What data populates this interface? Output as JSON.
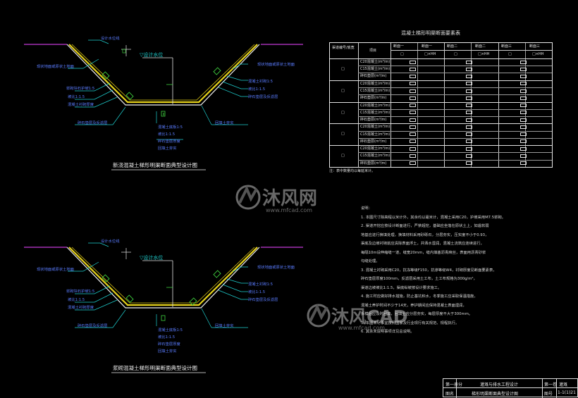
{
  "sections": [
    {
      "title": "新浇混凝土梯形明渠断面典型设计图",
      "labels": {
        "top_left_callout": "设计水位线",
        "left_top": "现状地面或原状土地面",
        "left_1": "浆砌块石护坡1:5",
        "left_2": "坡比1:1.5",
        "left_3": "混凝土衬砌厚度",
        "left_4": "碎石垫层及反滤层",
        "bottom_1": "混凝土底板1:5",
        "bottom_2": "坡比1:1.5",
        "bottom_3": "碎石垫层厚度",
        "bottom_4": "回填土夯实",
        "right_top": "现状地面或原状土地面",
        "right_1": "混凝土衬砌1:5",
        "right_2": "坡比1:1.5",
        "right_3": "碎石垫层及反滤层",
        "water_mark": "▽设计水位"
      }
    },
    {
      "title": "浆砌混凝土梯形明渠断面典型设计图",
      "labels": {
        "top_left_callout": "设计水位线",
        "left_top": "现状地面或原状土地面",
        "left_1": "浆砌块石护坡1:5",
        "left_2": "坡比1:1.5",
        "left_3": "混凝土衬砌厚度",
        "left_4": "碎石垫层及反滤层",
        "bottom_1": "混凝土底板1:5",
        "bottom_2": "坡比1:1.5",
        "bottom_3": "碎石垫层厚度",
        "bottom_4": "回填土夯实",
        "right_top": "现状地面或原状土地面",
        "right_1": "混凝土衬砌1:5",
        "right_2": "坡比1:1.5",
        "right_3": "碎石垫层及反滤层",
        "water_mark": "▽设计水位"
      }
    }
  ],
  "table": {
    "title": "混凝土梯形明渠断面要素表",
    "header": [
      "渠道编号/底宽",
      "项目",
      "断面一",
      "断面二",
      "断面三"
    ],
    "subheader": [
      "",
      "",
      "□",
      "□×HH",
      "□",
      "□×HH",
      "□",
      "□×HH"
    ],
    "group_labels": [
      "□",
      "□",
      "□",
      "□",
      "□"
    ],
    "row_items": [
      "C20混凝土(m³/m)",
      "C15混凝土(m³/m)",
      "碎石垫层(m³/m)"
    ],
    "note": "注：表中数量均以每延米计。"
  },
  "notes": {
    "heading": "说明：",
    "lines": [
      "1. 本图尺寸除高程以米计外，其余均以毫米计，混凝土采用C20，护坡采用M7.5浆砌。",
      "2. 渠道开挖应按设计断面进行，严禁超挖，基础应坐落在原状土上，如遇软弱",
      "   地基应进行换填处理，换填材料采用砂砾石，分层夯实，压实度不小于0.93，",
      "   渠底及边坡衬砌前应清除表面浮土，并洒水湿润，混凝土浇筑应连续进行，",
      "   每隔10m设伸缩缝一道，缝宽20mm，缝内填塞沥青麻丝，表面用沥青砂浆",
      "   勾缝处理。",
      "3. 混凝土衬砌采用C20，抗冻等级F150，抗渗等级W4，衬砌厚度见断面要素表，",
      "   碎石垫层厚度100mm，反滤层采用土工布，土工布规格为300g/m²，",
      "   渠道边坡坡比1:1.5，渠底纵坡按设计要求施工。",
      "4. 施工时应做好排水措施，防止基坑积水，冬季施工应采取保温措施，",
      "   混凝土养护时间不少于14天，养护期间应保持混凝土表面湿润，",
      "   拆模后应及时回填，回填土应分层夯实，每层厚度不大于300mm。",
      "5. 本图未尽事宜按照国家及行业现行有关规范、规程执行。",
      "6. 其余未说明事项详见总说明。"
    ]
  },
  "titleblock": {
    "row1_a": "第一册分",
    "row1_b": "灌溉与排水工程设计",
    "row1_c": "第一卷",
    "row1_d": "灌溉",
    "row2_a": "图名",
    "row2_b": "梯形明渠断面典型设计图",
    "row2_c": "图号",
    "row2_d": "1-1(1)21"
  },
  "watermark": {
    "brand": "沐风网",
    "url": "www.mfcad.com",
    "brand2": "沐风CAD"
  }
}
